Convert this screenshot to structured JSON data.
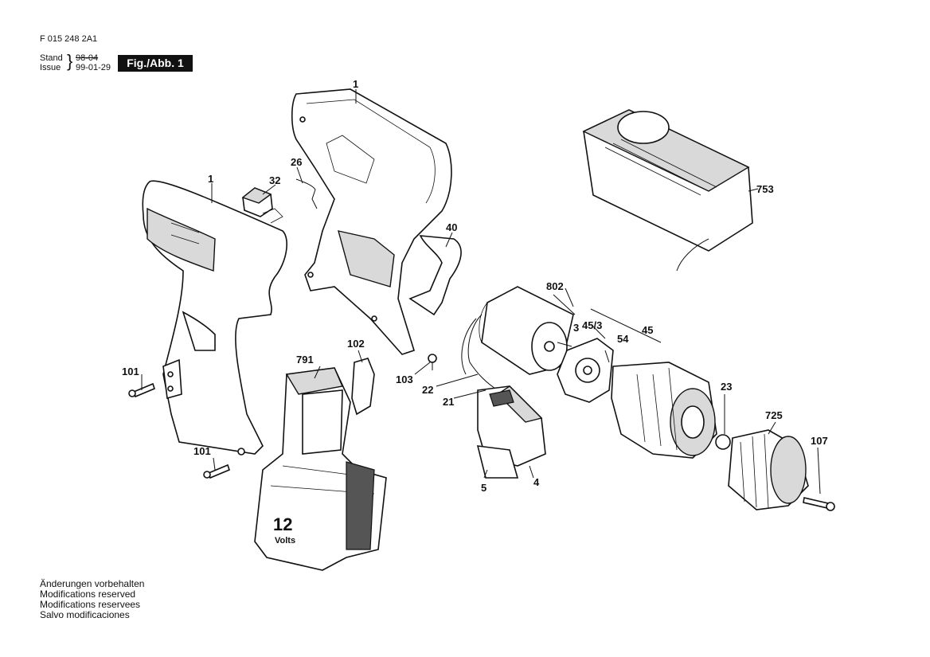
{
  "header": {
    "doc_number": "F 015 248 2A1",
    "stand_label": "Stand",
    "issue_label": "Issue",
    "old_date": "98-04",
    "date": "99-01-29",
    "figure_badge": "Fig./Abb. 1"
  },
  "parts": {
    "p1_top": "1",
    "p1_left": "1",
    "p26": "26",
    "p32": "32",
    "p40": "40",
    "p802": "802",
    "p3": "3",
    "p45_3": "45/3",
    "p45": "45",
    "p54": "54",
    "p753": "753",
    "p102": "102",
    "p791": "791",
    "p103": "103",
    "p22": "22",
    "p21": "21",
    "p101_upper": "101",
    "p101_lower": "101",
    "p23": "23",
    "p725": "725",
    "p107": "107",
    "p5": "5",
    "p4": "4",
    "battery_voltage": "12",
    "battery_unit": "Volts"
  },
  "footer": {
    "lines": [
      "Änderungen vorbehalten",
      "Modifications reserved",
      "Modifications reservees",
      "Salvo modificaciones"
    ]
  }
}
